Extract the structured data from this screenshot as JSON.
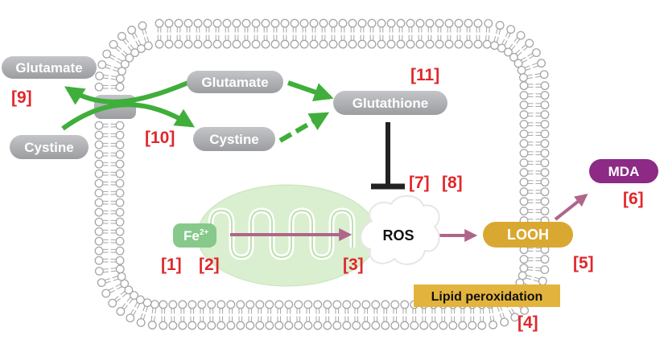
{
  "nodes": {
    "glutamate_out": "Glutamate",
    "cystine_out": "Cystine",
    "glutamate_in": "Glutamate",
    "cystine_in": "Cystine",
    "glutathione": "Glutathione",
    "ros": "ROS",
    "looh": "LOOH",
    "mda": "MDA",
    "fe_base": "Fe",
    "fe_charge": "2+",
    "lipid_peroxidation": "Lipid peroxidation"
  },
  "refs": {
    "r1": "[1]",
    "r2": "[2]",
    "r3": "[3]",
    "r4": "[4]",
    "r5": "[5]",
    "r6": "[6]",
    "r7": "[7]",
    "r8": "[8]",
    "r9": "[9]",
    "r10": "[10]",
    "r11": "[11]"
  },
  "colors": {
    "pill_gray": "#a9abae",
    "arrow_green": "#3fae3a",
    "arrow_mauve": "#b0658b",
    "inhibit_black": "#222222",
    "fe_green": "#86c98a",
    "mito_fill": "#d9efcf",
    "looh_gold": "#d9a830",
    "mda_purple": "#8c2a86",
    "lipid_box": "#e3b43d",
    "ref_red": "#e0272b",
    "membrane_gray": "#a6a6a6"
  }
}
